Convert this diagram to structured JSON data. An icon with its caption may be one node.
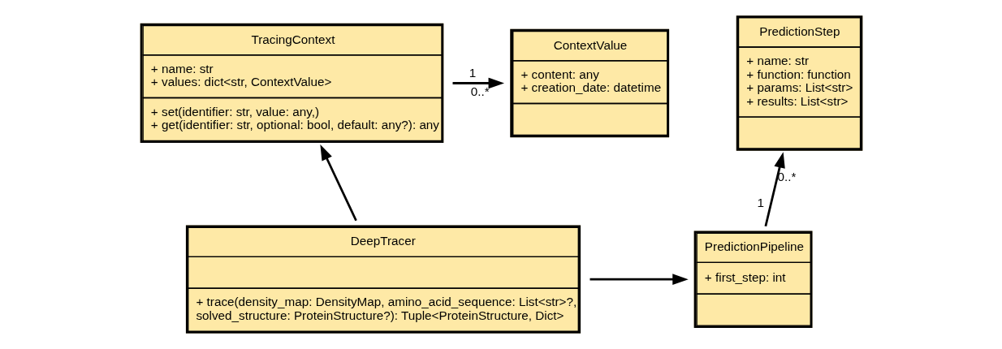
{
  "diagram": {
    "nodes": [
      {
        "text": [
          "ContextValue",
          "+ content: any",
          "+ creation_date: datetime"
        ]
      },
      {
        "text": [
          "TracingContext",
          "+ name: str",
          "+ values: dict<str, ContextValue>",
          "+ set(identifier: str, value: any,)",
          "+ get(identifier: str, optional: bool, default: any?): any"
        ]
      },
      {
        "text": [
          "PredictionStep",
          "+ name: str",
          "+ function: function",
          "+ params: List<str>",
          "+ results: List<str>"
        ]
      },
      {
        "text": [
          "DeepTracer",
          "+ trace(density_map: DensityMap, amino_acid_sequence: List<str>?, solved_structure: ProteinStructure?): Tuple<ProteinStructure, Dict>"
        ]
      },
      {
        "text": [
          "PredictionPipeline",
          "+ first_step: int"
        ]
      }
    ],
    "edges": [
      {
        "from": 1,
        "to": 0,
        "arrow": "to"
      },
      {
        "from": 3,
        "to": 1,
        "arrow": "to"
      },
      {
        "from": 4,
        "to": 2,
        "arrow": "to"
      },
      {
        "from": 3,
        "to": 4,
        "arrow": "to"
      }
    ],
    "labels": [
      "1",
      "0..*",
      "0..*",
      "1"
    ]
  }
}
